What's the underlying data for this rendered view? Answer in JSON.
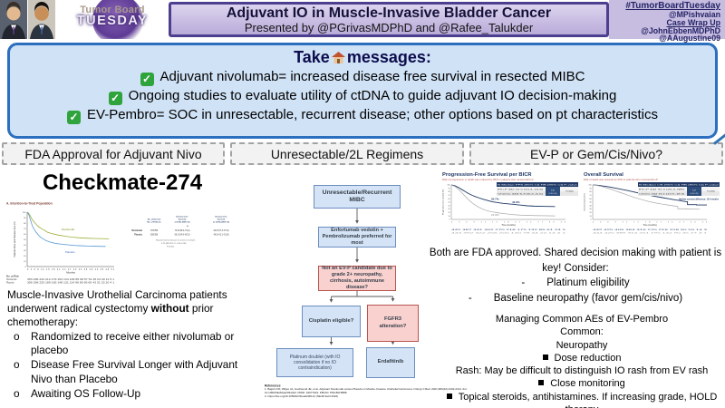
{
  "meta": {
    "accent_purple": "#4d3f8f",
    "light_purple": "#c7bde0",
    "takeaway_bg": "#d0e2f6",
    "takeaway_border": "#2c6fbe",
    "flow_blue": "#d4e3f5",
    "flow_blue_border": "#6c8ebf",
    "flow_pink": "#f9d2d0",
    "flow_pink_border": "#b85450",
    "navy": "#1f3864",
    "check_green": "#2fa33c"
  },
  "icons": {
    "check": "✓"
  },
  "header": {
    "logo_line1": "Tumor Board",
    "logo_line2": "TUESDAY",
    "title": "Adjuvant IO in Muscle-Invasive Bladder Cancer",
    "subtitle": "Presented by @PGrivasMDPhD and @Rafee_Talukder",
    "social": {
      "hashtag": "#TumorBoardTuesday",
      "line2": "@MPishvaian",
      "line3": "Case Wrap Up",
      "line4": "@JohnEbbenMDPhD",
      "line5": "@AAugustine09"
    }
  },
  "takeaway": {
    "title_pre": "Take",
    "title_post": "messages:",
    "items": [
      "Adjuvant nivolumab= increased disease free survival in resected MIBC",
      "Ongoing studies to evaluate utility of ctDNA to guide adjuvant IO decision-making",
      "EV-Pembro= SOC in unresectable, recurrent disease; other options based on pt characteristics"
    ]
  },
  "tabs": [
    "FDA Approval for Adjuvant Nivo",
    "Unresectable/2L Regimens",
    "EV-P or Gem/Cis/Nivo?"
  ],
  "left": {
    "title": "Checkmate-274",
    "intro_pre": "Muscle-Invasive Urothelial Carcinoma patients underwent radical cystectomy ",
    "intro_bold": "without",
    "intro_post": " prior chemotherapy:",
    "bullet_marker": "o",
    "bullets": [
      "Randomized to receive either nivolumab or placebo",
      "Disease Free Survival Longer with Adjuvant Nivo than Placebo",
      "Awaiting OS Follow-Up"
    ]
  },
  "flow": {
    "node1": "Unresectable/Recurrent MIBC",
    "node2": "Enfortumab vedotin + Pembrolizumab preferred for most",
    "node3": "Not an EV-P candidate due to grade 2+ neuropathy, cirrhosis, autoimmune disease?",
    "node4": "Cisplatin eligible?",
    "node5": "FGFR3 alteration?",
    "node6": "Platinum doublet (with IO consolidation if no IO contraindication)",
    "node7": "Erdafitinib",
    "references_title": "References",
    "references": [
      "1.  Bajorin DF, Witjes JA, Gschwend JE, et al. Adjuvant Nivolumab versus Placebo in Muscle-Invasive Urothelial Carcinoma. N Engl J Med. 2021;384(22):2102-2114. doi: 10.1056/NEJMoa2034442. PMID: 34077643; PMCID: PMC8215888.",
      "2.  https://doi.org/10.1056/EVIDoa2200121 (NEJM Evid 2022)"
    ]
  },
  "right": {
    "fda_text": "Both are FDA approved. Shared decision making with patient is key! Consider:",
    "dash": "-",
    "consider": [
      "Platinum eligibility",
      "Baseline neuropathy (favor gem/cis/nivo)"
    ],
    "ae_title": "Managing Common AEs of EV-Pembro",
    "ae_items": [
      "Common:",
      "Neuropathy",
      "Dose reduction",
      "Rash: May be difficult to distinguish IO rash from EV rash",
      "Close monitoring",
      "Topical steroids, antihistamines. If increasing grade, HOLD therapy"
    ]
  },
  "chart_data": [
    {
      "type": "line",
      "title": "A. Intention-to-Treat Population",
      "xlabel": "Months",
      "ylabel": "Patients Alive and Disease-free (%)",
      "xlim": [
        0,
        51
      ],
      "ylim": [
        0,
        100
      ],
      "yticks": [
        0,
        10,
        20,
        30,
        40,
        50,
        60,
        70,
        80,
        90,
        100
      ],
      "xtick_text": "0 3 6 9 12 15 18 21 24 27 30 33 36 39 42 45 48 51",
      "legend_position": "on-curve",
      "grid": false,
      "series": [
        {
          "name": "Nivolumab",
          "color": "#9fae35",
          "x": [
            0,
            0.5,
            1,
            1.5,
            2,
            2.5,
            3,
            4,
            5,
            6,
            7,
            8,
            9,
            10,
            11,
            12,
            14,
            16,
            18,
            20,
            22,
            24,
            26,
            28,
            30,
            33,
            36,
            39,
            42,
            45,
            48
          ],
          "y": [
            100,
            99,
            97,
            95,
            92,
            89,
            86,
            82,
            78.5,
            75,
            72.5,
            70.5,
            68.5,
            67,
            65,
            62.8,
            61,
            59.5,
            58,
            57,
            56,
            55,
            54.2,
            53.6,
            53,
            52.4,
            52,
            51.7,
            51.4,
            51.2,
            51
          ]
        },
        {
          "name": "Placebo",
          "color": "#5b9bd5",
          "x": [
            0,
            0.5,
            1,
            1.5,
            2,
            2.5,
            3,
            4,
            5,
            6,
            7,
            8,
            9,
            10,
            11,
            12,
            14,
            16,
            18,
            20,
            22,
            24,
            26,
            28,
            30,
            33,
            36,
            39,
            42,
            45,
            46
          ],
          "y": [
            100,
            98,
            95,
            90,
            85,
            80,
            75,
            69,
            64,
            60.3,
            56.5,
            53.5,
            51.5,
            49.5,
            48,
            46.6,
            44.5,
            43,
            42,
            41.2,
            40.5,
            40,
            39.3,
            38.8,
            38.4,
            38,
            37.7,
            37.4,
            37.2,
            37,
            37
          ]
        }
      ],
      "table": {
        "col1_h1": "No. of Events/",
        "col1_h2": "No. of Patients",
        "colh_disease": "Disease-free",
        "colh_survival": "Survival",
        "col2_h3": "at 6 Mo (95% CI)",
        "col3_h3": "at 12 Mo (95% CI)",
        "pct": "%",
        "row1": {
          "name": "Nivolumab",
          "events": "170/353",
          "dfs6": "74.9 (69.9–79.2)",
          "dfs12": "62.8 (57.3–67.6)"
        },
        "row2": {
          "name": "Placebo",
          "events": "205/356",
          "dfs6": "60.3 (54.9–65.3)",
          "dfs12": "46.6 (41.1–51.8)"
        },
        "note1": "Hazard ratio for disease recurrence or death,",
        "note2": "0.70 (98.22% CI, 0.55–0.90)",
        "note3": "P<0.001"
      },
      "at_risk": {
        "label": "No. at Risk",
        "rows": [
          {
            "name": "Nivolumab",
            "values": "353 296 244 212 179 154 134 106 85 68 57 51 36 23 20 11 5 1"
          },
          {
            "name": "Placebo",
            "values": "356 268 220 189 165 148 131 114 96 80 69 60 43 31 23 10 4 1"
          }
        ]
      }
    },
    {
      "type": "line",
      "title": "Progression-Free Survival per BICR",
      "subtitle": "Risk of progression or death was reduced by 55% in patients who received EV+P",
      "xlabel": "Time (months)",
      "ylabel": "Progression-free survival (%)",
      "xlim": [
        0,
        33
      ],
      "ylim": [
        0,
        100
      ],
      "yticks": [
        0,
        10,
        20,
        30,
        40,
        50,
        60,
        70,
        80,
        90,
        100
      ],
      "xtick_text": "0 3 6 9 12 15 18 21 24 27 30 33",
      "grid": false,
      "series": [
        {
          "name": "EV+Pembrolizumab",
          "color": "#1f3864",
          "x": [
            0,
            1,
            2,
            3,
            4,
            5,
            6,
            7,
            8,
            9,
            10,
            11,
            12,
            13,
            14,
            15,
            16,
            17,
            18,
            19,
            20,
            22,
            24,
            26,
            28,
            30
          ],
          "y": [
            100,
            98,
            93,
            87,
            81,
            75,
            70,
            66,
            62.5,
            59,
            56.5,
            53.5,
            50.7,
            49.5,
            48,
            46.5,
            45.5,
            44.5,
            43.9,
            42.5,
            41.5,
            39.5,
            38.5,
            38,
            37.6,
            37.4
          ]
        },
        {
          "name": "Chemotherapy",
          "color": "#a8a8a8",
          "x": [
            0,
            1,
            2,
            3,
            4,
            5,
            6,
            7,
            8,
            9,
            10,
            11,
            12,
            13,
            14,
            16,
            18,
            20,
            22,
            24,
            26,
            28,
            30
          ],
          "y": [
            100,
            96,
            88,
            78,
            67,
            57,
            48,
            41,
            35,
            30,
            26.5,
            23.5,
            21.6,
            20,
            18.5,
            16,
            13.8,
            12.5,
            11.8,
            11.2,
            10.8,
            10.5,
            10.3
          ]
        }
      ],
      "labels": [
        {
          "text": "50.7%"
        },
        {
          "text": "43.9%"
        },
        {
          "text": "21.6%"
        }
      ],
      "table": {
        "header": "N   Median PFS (95% CI)   HR (95% CI)   P-value",
        "row1": "EV+P   442   12.5 (10.4–16.6)",
        "row2": "Chemo   444   6.3 (6.2–6.5)",
        "hr1": "0.45",
        "hr2": "(0.38–0.54)",
        "p": "P<0.00001"
      },
      "at_risk_row1": "442 387 341 302 270 218 175 132 89 61 24 5",
      "at_risk_row2": "444 392 322 256 205 130 78 44 22 14 4 1"
    },
    {
      "type": "line",
      "title": "Overall Survival",
      "subtitle": "Risk of death was reduced by 53% in patients who received EV+P",
      "xlabel": "Time (months)",
      "ylabel": "Overall survival (%)",
      "xlim": [
        0,
        33
      ],
      "ylim": [
        0,
        100
      ],
      "yticks": [
        0,
        10,
        20,
        30,
        40,
        50,
        60,
        70,
        80,
        90,
        100
      ],
      "xtick_text": "0 3 6 9 12 15 18 21 24 27 30 33",
      "grid": false,
      "note": "Median survival difference: 15.4 months",
      "series": [
        {
          "name": "EV+Pembrolizumab",
          "color": "#1f3864",
          "x": [
            0,
            1,
            2,
            3,
            4,
            5,
            6,
            7,
            8,
            9,
            10,
            12,
            14,
            16,
            18,
            20,
            22,
            24,
            25,
            26,
            27,
            27.4,
            27.4,
            30,
            30,
            33
          ],
          "y": [
            100,
            99.5,
            98.5,
            97,
            95.5,
            94,
            92,
            90,
            88,
            86,
            84,
            79.5,
            75,
            71,
            67,
            63.5,
            60,
            56.5,
            55,
            53,
            51.5,
            51.5,
            43,
            43,
            42,
            42
          ]
        },
        {
          "name": "Chemotherapy",
          "color": "#a8a8a8",
          "x": [
            0,
            1,
            2,
            3,
            4,
            5,
            6,
            7,
            8,
            9,
            10,
            12,
            14,
            16,
            18,
            20,
            22,
            24,
            24.6,
            24.6,
            27,
            27,
            29,
            31
          ],
          "y": [
            100,
            99,
            97,
            94.5,
            91.5,
            88.5,
            85,
            81.5,
            78,
            74.5,
            71,
            64,
            58,
            52.5,
            48,
            44.5,
            41.5,
            38.5,
            37.5,
            31,
            31,
            30,
            30,
            29.5
          ]
        }
      ],
      "table": {
        "header": "N   Median OS (95% CI)   HR (95% CI)   P-value",
        "row1": "EV+P   442   31.5 (25.4–NR)",
        "row2": "Chemo   444   16.1 (13.9–18.3)",
        "hr1": "0.47",
        "hr2": "(0.38–0.58)",
        "p": "P<0.00001"
      },
      "at_risk_row1": "442 425 409 364 316 270 218 158 90 59 14 3",
      "at_risk_row2": "444 420 389 314 251 195 142 90 45 27 4 1"
    }
  ]
}
